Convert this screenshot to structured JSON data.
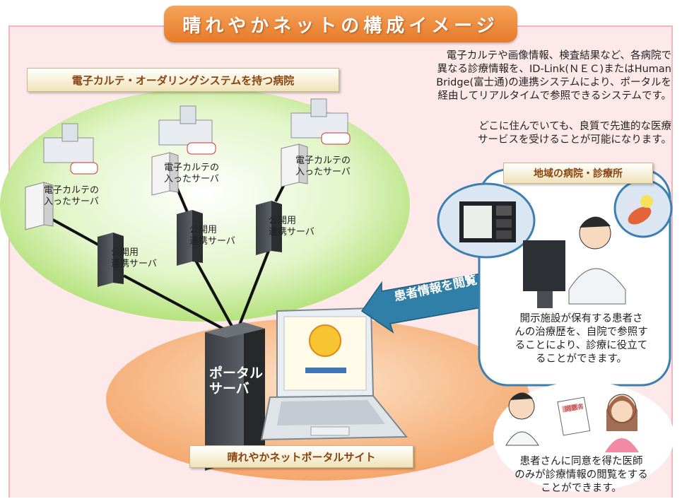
{
  "title": "晴れやかネットの構成イメージ",
  "hospital_group_label": "電子カルテ・オーダリングシステムを持つ病院",
  "description": [
    "電子カルテや画像情報、検査結果など、各病院で",
    "異なる診療情報を、ID-Link(ＮＥＣ)またはHuman",
    "Bridge(富士通)の連携システムにより、ポータルを",
    "経由してリアルタイムで参照できるシステムです。"
  ],
  "description2": [
    "どこに住んでいても、良質で先進的な医療",
    "サービスを受けることが可能になります。"
  ],
  "ehr_server_label": [
    "電子カルテの",
    "入ったサーバ"
  ],
  "link_server_label": [
    "公開用",
    "連携サーバ"
  ],
  "portal_server_label": [
    "ポータル",
    "サーバ"
  ],
  "portal_site_label": "晴れやかネットポータルサイト",
  "arrow_label": "患者情報を閲覧",
  "clinic_label": "地域の病院・診療所",
  "clinic_text": [
    "開示施設が保有する患者さ",
    "んの治療歴を、自院で参照す",
    "ることにより、診療に役立て",
    "ることができます。"
  ],
  "consent_doc_label": "同意書",
  "consent_text": [
    "患者さんに同意を得た医師",
    "のみが診療情報の閲覧をする",
    "ことができます。"
  ],
  "colors": {
    "title_orange": "#e67a2a",
    "frame_pink": "#fde9ea",
    "green_area": "#c9ec9a",
    "orange_area": "#f6b98a",
    "arrow_blue": "#2f7fa8",
    "bubble_border": "#3d7fb0"
  }
}
